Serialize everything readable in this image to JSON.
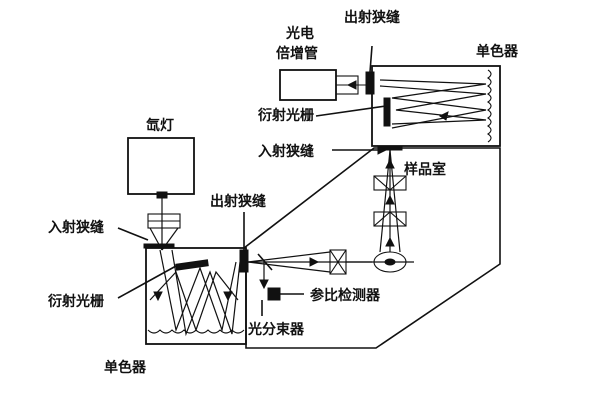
{
  "labels": {
    "pmt": [
      "光电",
      "倍增管"
    ],
    "exit_slit_top": "出射狭缝",
    "monochromator_top": "单色器",
    "grating_top": "衍射光栅",
    "entrance_slit_top": "入射狭缝",
    "sample_chamber": "样品室",
    "xenon_lamp": "氙灯",
    "exit_slit_bottom": "出射狭缝",
    "entrance_slit_bottom": "入射狭缝",
    "grating_bottom": "衍射光栅",
    "reference_detector": "参比检测器",
    "beam_splitter": "光分束器",
    "monochromator_bottom": "单色器"
  },
  "colors": {
    "ink": "#111111",
    "background": "#ffffff"
  }
}
